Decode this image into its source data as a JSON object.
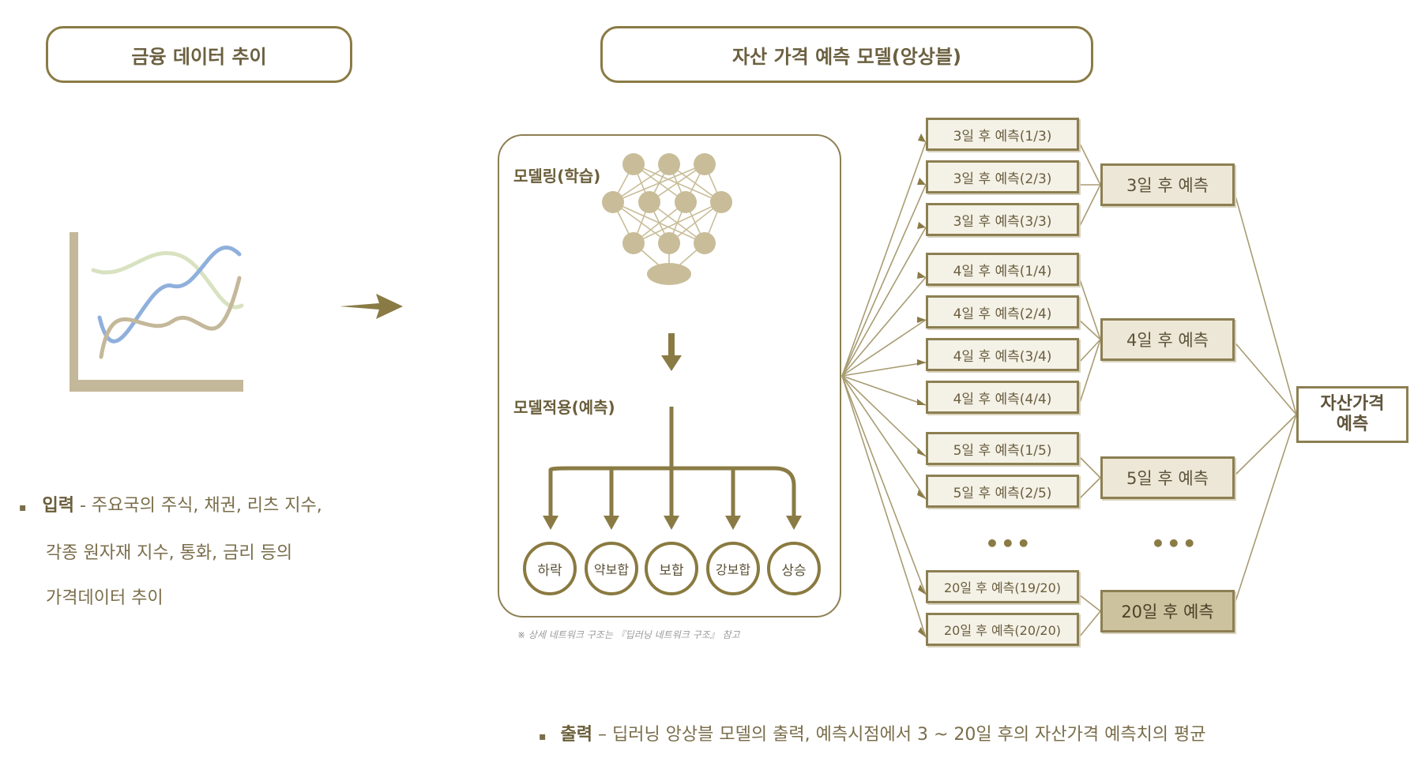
{
  "headers": {
    "left": "금융 데이터 추이",
    "right": "자산 가격 예측 모델(앙상블)"
  },
  "input": {
    "title": "입력",
    "line1": "- 주요국의 주식, 채권, 리츠 지수,",
    "line2": "각종 원자재 지수, 통화, 금리 등의",
    "line3": "가격데이터 추이"
  },
  "model": {
    "training_label": "모델링(학습)",
    "applying_label": "모델적용(예측)",
    "classes": [
      "하락",
      "약보합",
      "보합",
      "강보합",
      "상승"
    ],
    "note": "※ 상세 네트워크 구조는 『딥러닝 네트워크 구조』 참고"
  },
  "predictions": [
    "3일 후 예측(1/3)",
    "3일 후 예측(2/3)",
    "3일 후 예측(3/3)",
    "4일 후 예측(1/4)",
    "4일 후 예측(2/4)",
    "4일 후 예측(3/4)",
    "4일 후 예측(4/4)",
    "5일 후 예측(1/5)",
    "5일 후 예측(2/5)",
    "20일 후 예측(19/20)",
    "20일 후 예측(20/20)"
  ],
  "groups": [
    "3일 후 예측",
    "4일 후 예측",
    "5일 후 예측",
    "20일 후 예측"
  ],
  "ellipsis": [
    "•••",
    "•••"
  ],
  "final": {
    "line1": "자산가격",
    "line2": "예측"
  },
  "output": {
    "title": "출력",
    "text": "– 딥러닝 앙상블 모델의 출력, 예측시점에서 3 ~ 20일 후의 자산가격 예측치의 평균"
  },
  "colors": {
    "accent": "#8a7b45",
    "box_fill": "#f4f1e6",
    "chart_blue": "#8fb0dc",
    "chart_green": "#d9e2c0",
    "chart_tan": "#c4b89a"
  }
}
